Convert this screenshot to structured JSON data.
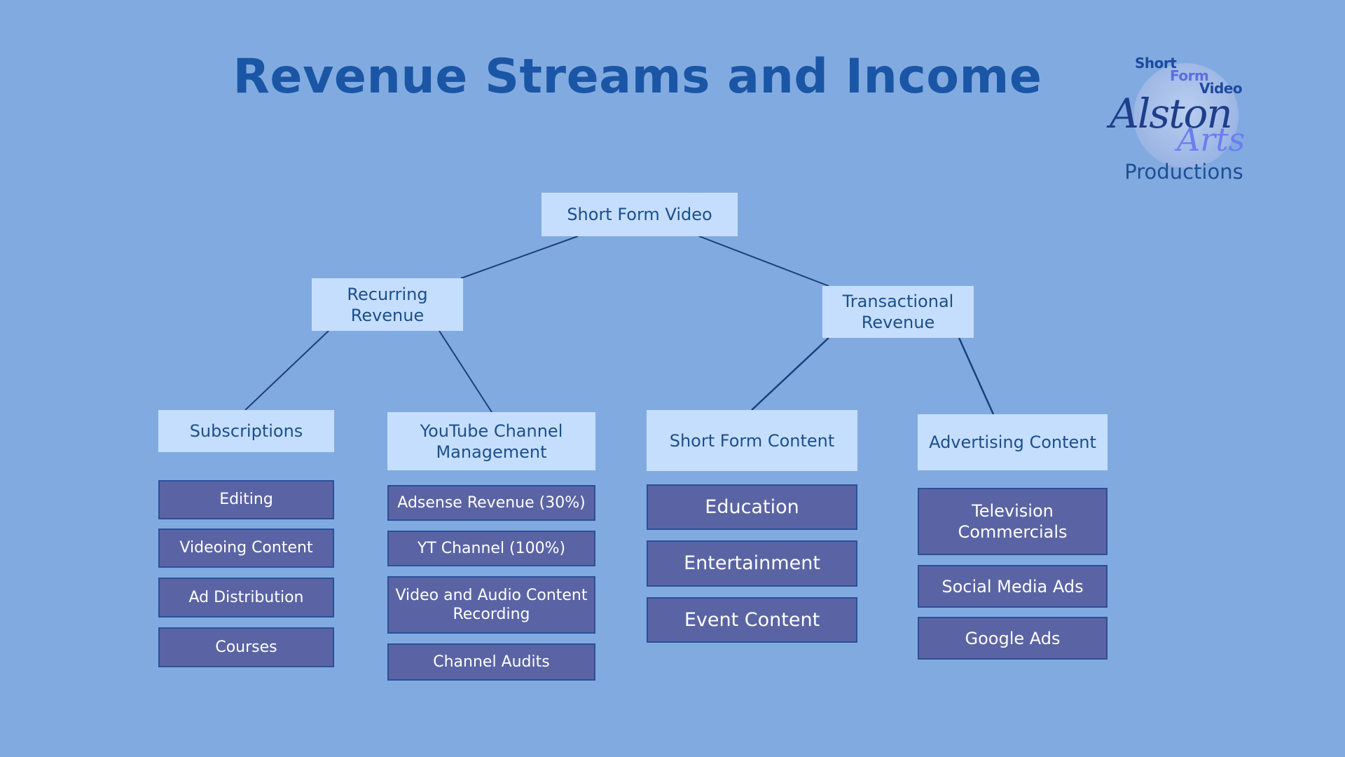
{
  "title": "Revenue Streams and Income",
  "logo": {
    "line1": "Short",
    "line2": "Form",
    "line3": "Video",
    "script_top": "Alston",
    "script_bottom": "Arts",
    "subtitle": "Productions"
  },
  "colors": {
    "background": "#81abe0",
    "title": "#1a56a5",
    "light_box": "#c6defd",
    "dark_box": "#5a64a4",
    "connector": "#1c3f7a"
  },
  "tree": {
    "root": "Short Form Video",
    "branches": [
      {
        "label": "Recurring\nRevenue",
        "categories": [
          {
            "label": "Subscriptions",
            "items": [
              "Editing",
              "Videoing Content",
              "Ad Distribution",
              "Courses"
            ]
          },
          {
            "label": "YouTube Channel\nManagement",
            "items": [
              "Adsense Revenue (30%)",
              "YT Channel (100%)",
              "Video and Audio Content\nRecording",
              "Channel Audits"
            ]
          }
        ]
      },
      {
        "label": "Transactional\nRevenue",
        "categories": [
          {
            "label": "Short Form Content",
            "items": [
              "Education",
              "Entertainment",
              "Event Content"
            ]
          },
          {
            "label": "Advertising Content",
            "items": [
              "Television\nCommercials",
              "Social Media Ads",
              "Google Ads"
            ]
          }
        ]
      }
    ]
  }
}
